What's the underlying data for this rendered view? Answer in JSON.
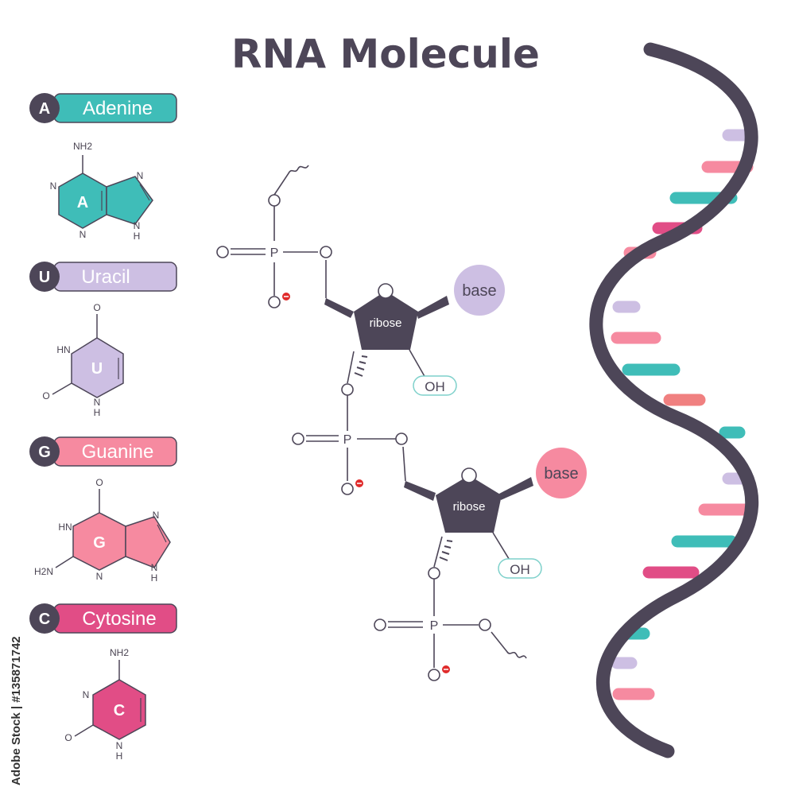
{
  "title": "RNA Molecule",
  "colors": {
    "dark": "#4d4658",
    "adenine": "#3fbdb8",
    "uracil": "#cdbfe3",
    "guanine": "#f68aa0",
    "cytosine": "#e14d86",
    "oh_ring": "#7fd1cb",
    "minus": "#e02b2b"
  },
  "bases": [
    {
      "key": "adenine",
      "letter": "A",
      "name": "Adenine"
    },
    {
      "key": "uracil",
      "letter": "U",
      "name": "Uracil"
    },
    {
      "key": "guanine",
      "letter": "G",
      "name": "Guanine"
    },
    {
      "key": "cytosine",
      "letter": "C",
      "name": "Cytosine"
    }
  ],
  "atoms": {
    "nh2": "NH2",
    "n": "N",
    "h": "H",
    "nh": "NH",
    "hn": "HN",
    "o": "O",
    "h2n": "H2N"
  },
  "nucleotide": {
    "ribose": "ribose",
    "base": "base",
    "oh": "OH",
    "p": "P",
    "o": "O"
  },
  "watermark": "Adobe Stock | #135871742"
}
